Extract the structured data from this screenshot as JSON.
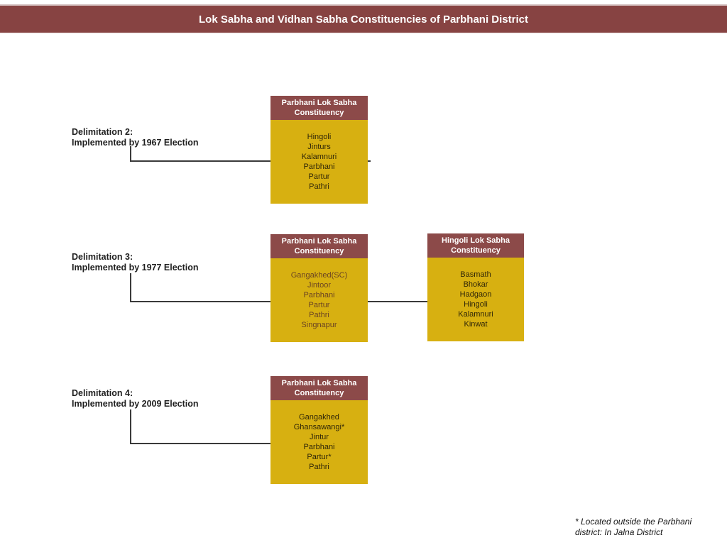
{
  "title": "Lok Sabha and Vidhan Sabha Constituencies of Parbhani District",
  "colors": {
    "title_bar": "#874342",
    "box_header": "#8c4a49",
    "box_body_gold": "#d7b011",
    "connector_line": "#3a3a3a",
    "items_text_dark": "#2f2608",
    "items_text_maroon": "#6b4423"
  },
  "sections": [
    {
      "label": {
        "line1": "Delimitation 2:",
        "line2": "Implemented by 1967 Election"
      },
      "boxes": [
        {
          "header": {
            "line1": "Parbhani Lok Sabha",
            "line2": "Constituency"
          },
          "items": [
            "Hingoli",
            "Jinturs",
            "Kalamnuri",
            "Parbhani",
            "Partur",
            "Pathri"
          ]
        }
      ]
    },
    {
      "label": {
        "line1": "Delimitation 3:",
        "line2": "Implemented by 1977 Election"
      },
      "boxes": [
        {
          "header": {
            "line1": "Parbhani Lok Sabha",
            "line2": "Constituency"
          },
          "items": [
            "Gangakhed(SC)",
            "Jintoor",
            "Parbhani",
            "Partur",
            "Pathri",
            "Singnapur"
          ]
        },
        {
          "header": {
            "line1": "Hingoli Lok Sabha",
            "line2": "Constituency"
          },
          "items": [
            "Basmath",
            "Bhokar",
            "Hadgaon",
            "Hingoli",
            "Kalamnuri",
            "Kinwat"
          ]
        }
      ]
    },
    {
      "label": {
        "line1": "Delimitation 4:",
        "line2": "Implemented by 2009 Election"
      },
      "boxes": [
        {
          "header": {
            "line1": "Parbhani Lok Sabha",
            "line2": "Constituency"
          },
          "items": [
            "Gangakhed",
            "Ghansawangi*",
            "Jintur",
            "Parbhani",
            "Partur*",
            "Pathri"
          ]
        }
      ]
    }
  ],
  "footnote": {
    "line1": "* Located outside the Parbhani",
    "line2": "district: In Jalna District"
  }
}
